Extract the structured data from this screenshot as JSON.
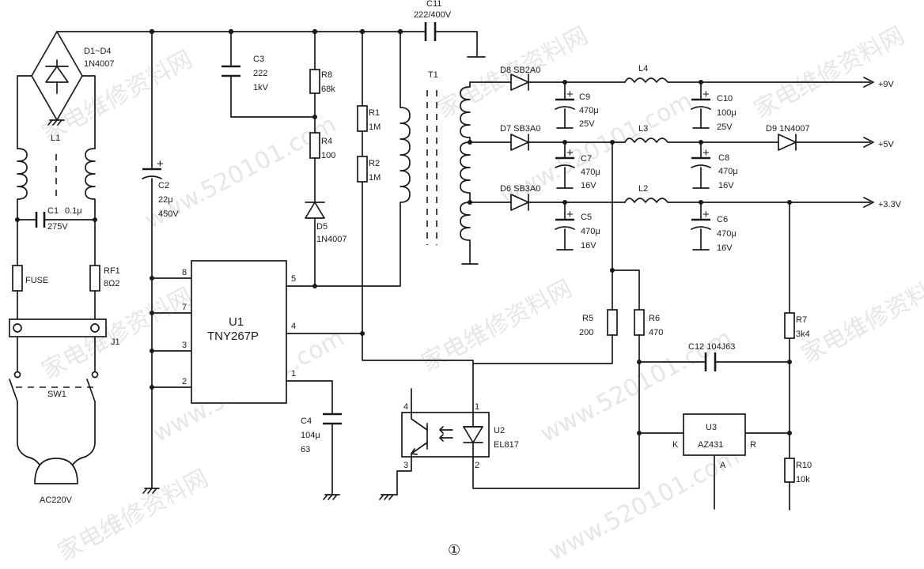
{
  "watermark": {
    "line1": "家电维修资料网",
    "line2": "www.520101.com"
  },
  "figure": {
    "number": "①"
  },
  "labels": {
    "bridge_ref": "D1~D4",
    "bridge_val": "1N4007",
    "l1": "L1",
    "c1_ref": "C1",
    "c1_val": "0.1μ",
    "c1_volt": "275V",
    "fuse": "FUSE",
    "rf1_ref": "RF1",
    "rf1_val": "8Ω2",
    "j1": "J1",
    "sw1": "SW1",
    "ac": "AC220V",
    "c2_ref": "C2",
    "c2_val": "22μ",
    "c2_volt": "450V",
    "c3_ref": "C3",
    "c3_val": "222",
    "c3_volt": "1kV",
    "r8_ref": "R8",
    "r8_val": "68k",
    "r4_ref": "R4",
    "r4_val": "100",
    "d5_ref": "D5",
    "d5_val": "1N4007",
    "r1_ref": "R1",
    "r1_val": "1M",
    "r2_ref": "R2",
    "r2_val": "1M",
    "c11_ref": "C11",
    "c11_val": "222/400V",
    "t1": "T1",
    "u1_ref": "U1",
    "u1_val": "TNY267P",
    "u1_p8": "8",
    "u1_p7": "7",
    "u1_p3": "3",
    "u1_p2": "2",
    "u1_p5": "5",
    "u1_p4": "4",
    "u1_p1": "1",
    "c4_ref": "C4",
    "c4_val": "104μ",
    "c4_volt": "63",
    "d8": "D8  SB2A0",
    "d7": "D7  SB3A0",
    "d6": "D6  SB3A0",
    "c9_ref": "C9",
    "c9_val": "470μ",
    "c9_volt": "25V",
    "c7_ref": "C7",
    "c7_val": "470μ",
    "c7_volt": "16V",
    "c5_ref": "C5",
    "c5_val": "470μ",
    "c5_volt": "16V",
    "l4": "L4",
    "l3": "L3",
    "l2": "L2",
    "c10_ref": "C10",
    "c10_val": "100μ",
    "c10_volt": "25V",
    "c8_ref": "C8",
    "c8_val": "470μ",
    "c8_volt": "16V",
    "c6_ref": "C6",
    "c6_val": "470μ",
    "c6_volt": "16V",
    "d9": "D9  1N4007",
    "out_9v": "+9V",
    "out_5v": "+5V",
    "out_33v": "+3.3V",
    "r5_ref": "R5",
    "r5_val": "200",
    "r6_ref": "R6",
    "r6_val": "470",
    "r7_ref": "R7",
    "r7_val": "3k4",
    "c12": "C12  104J63",
    "u2_ref": "U2",
    "u2_val": "EL817",
    "u2_p4": "4",
    "u2_p3": "3",
    "u2_p1": "1",
    "u2_p2": "2",
    "u3_ref": "U3",
    "u3_val": "AZ431",
    "u3_k": "K",
    "u3_r": "R",
    "u3_a": "A",
    "r10_ref": "R10",
    "r10_val": "10k",
    "plus": "+"
  }
}
